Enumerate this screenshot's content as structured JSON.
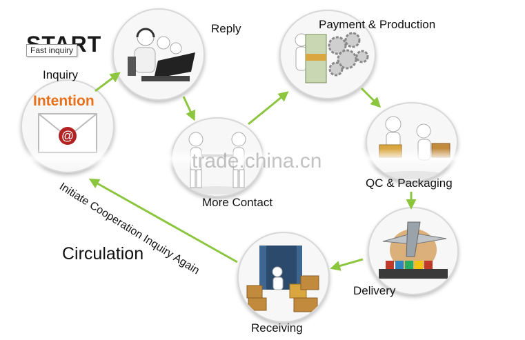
{
  "header": {
    "start_text": "START",
    "fast_inquiry_tooltip": "Fast inquiry"
  },
  "steps": {
    "inquiry": "Inquiry",
    "intention": "Intention",
    "reply": "Reply",
    "payment": "Payment & Production",
    "more_contact": "More Contact",
    "qc": "QC & Packaging",
    "delivery": "Delivery",
    "receiving": "Receiving"
  },
  "loop": {
    "return_label": "Initiate Cooperation Inquiry Again",
    "circulation": "Circulation"
  },
  "watermark": "trade.china.cn",
  "colors": {
    "arrow": "#8cc63f",
    "intention": "#e8701a",
    "mail_at": "#b22222"
  },
  "icons": [
    "envelope-icon",
    "call-center-icon",
    "handshake-icon",
    "money-gears-icon",
    "packaging-icon",
    "cargo-plane-ship-icon",
    "container-boxes-icon"
  ]
}
